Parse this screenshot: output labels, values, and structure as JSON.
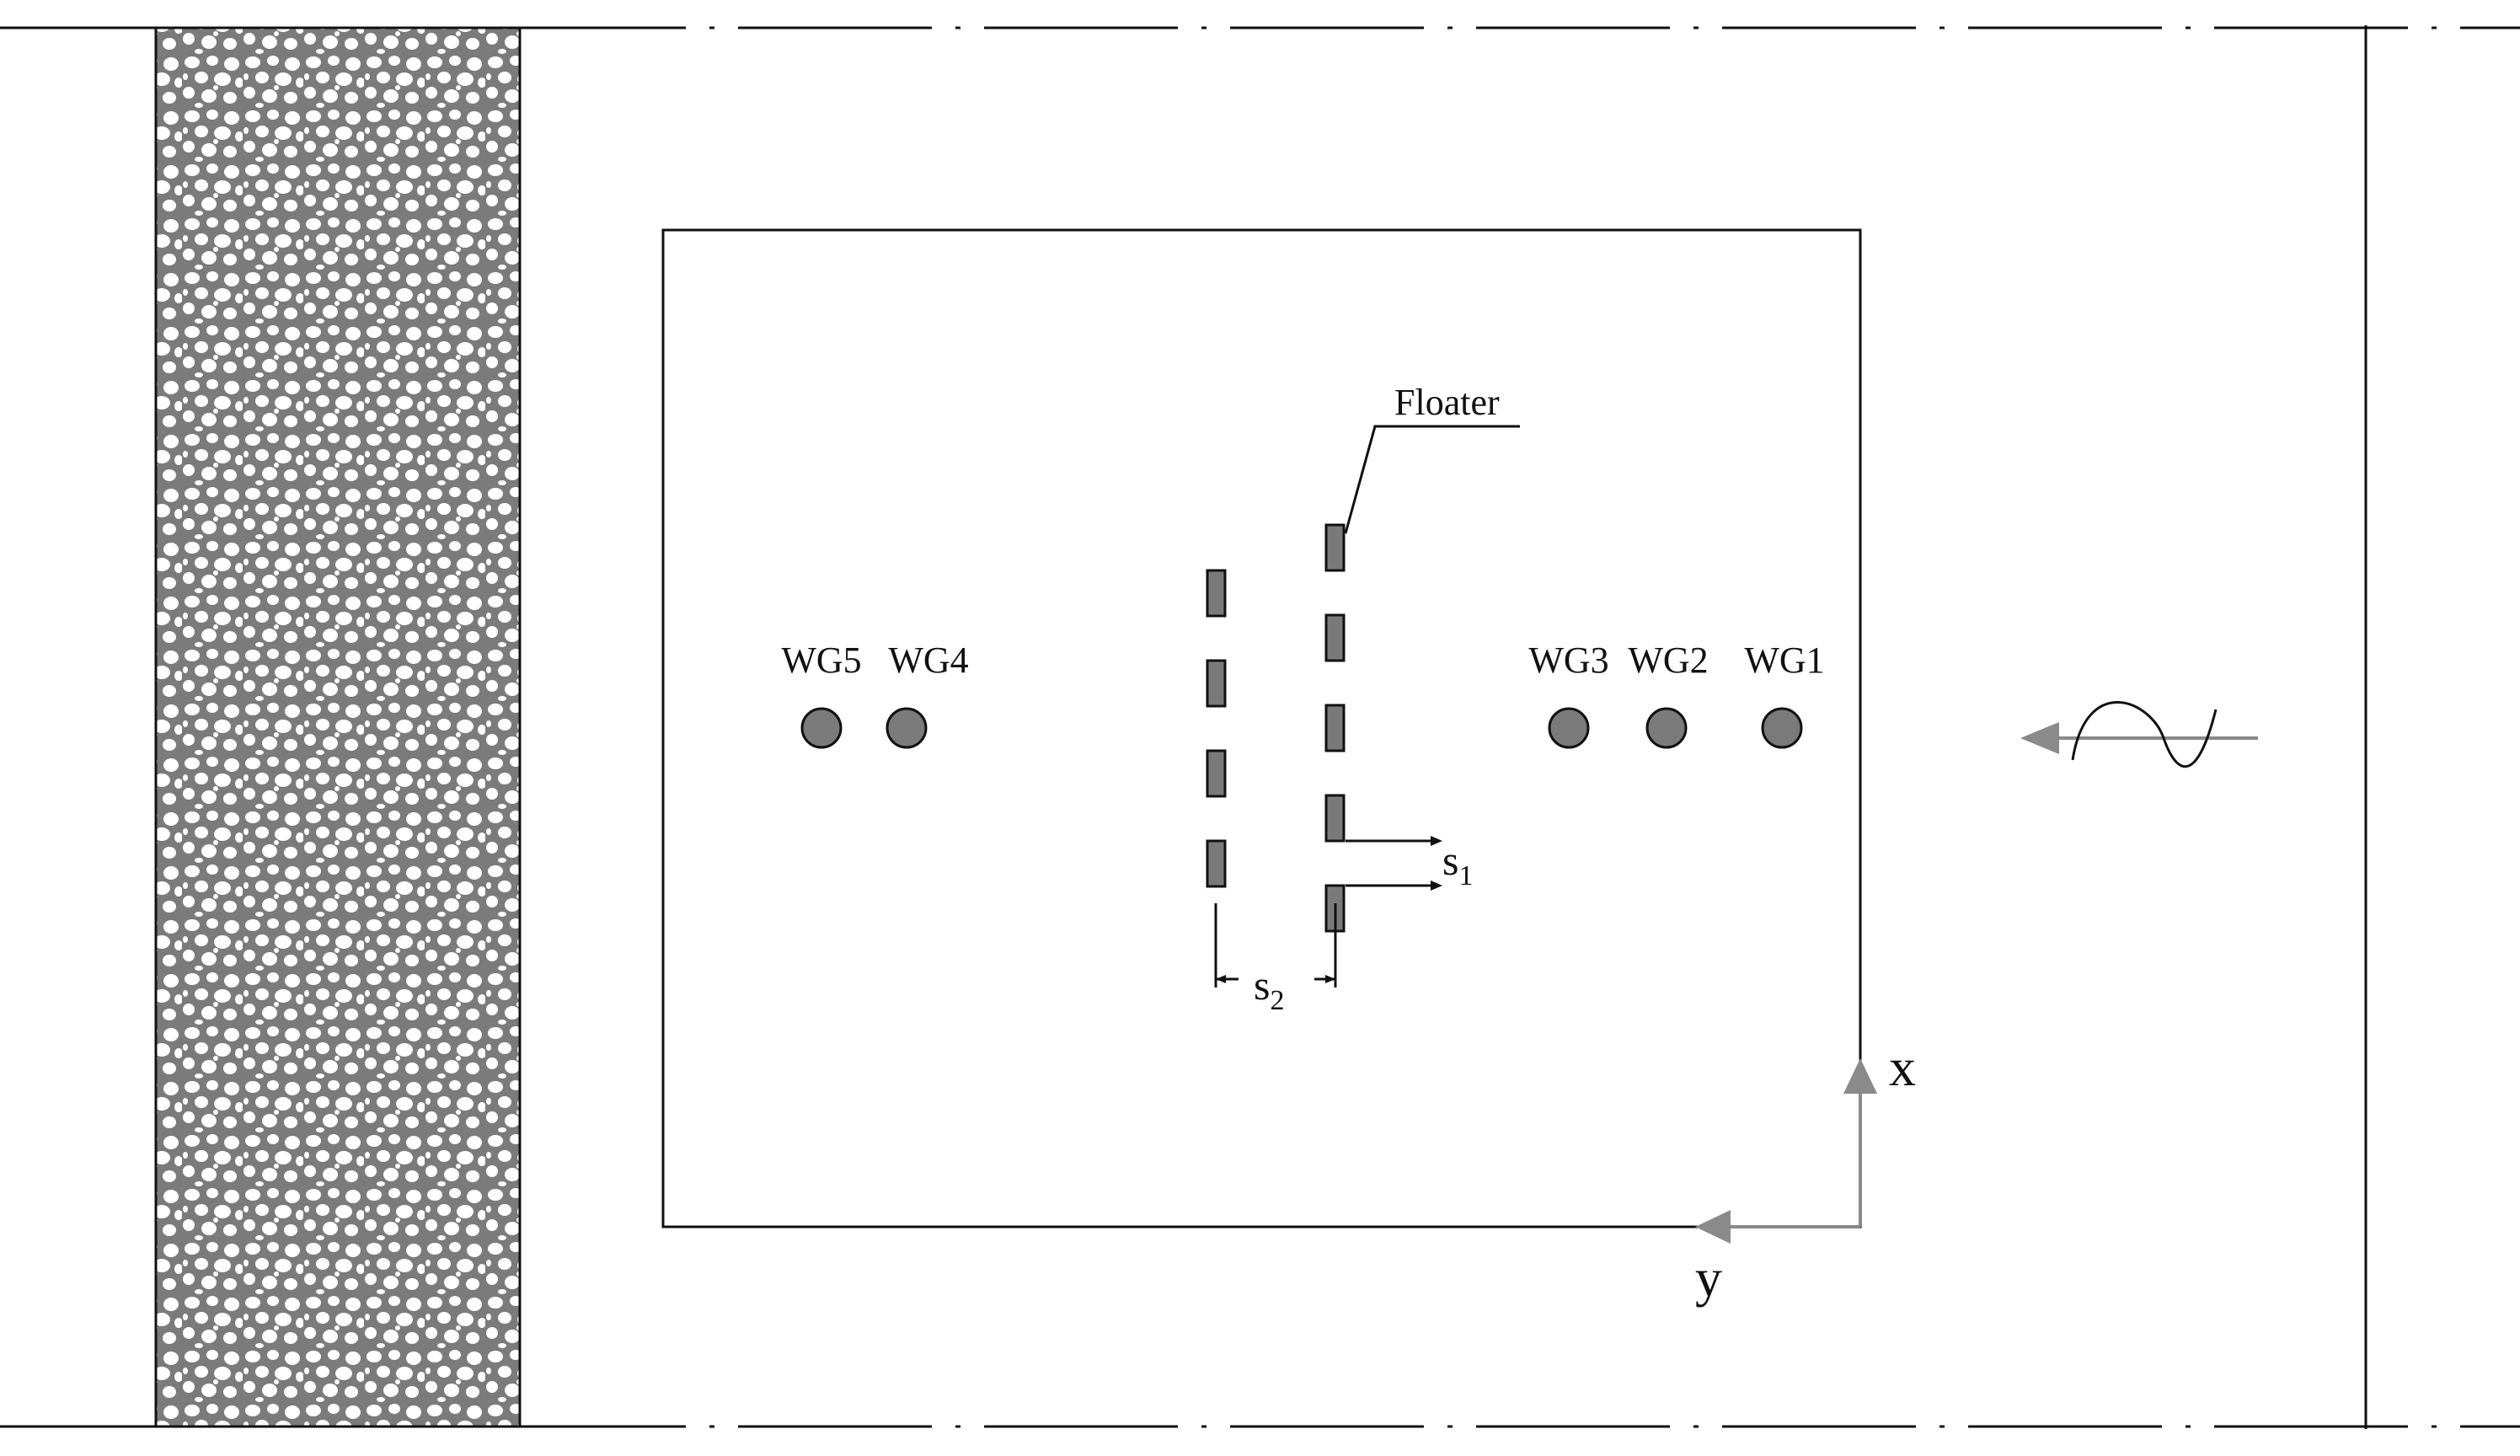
{
  "floater_label": "Floater",
  "wave_gauges": [
    {
      "id": "wg5",
      "label": "WG5"
    },
    {
      "id": "wg4",
      "label": "WG4"
    },
    {
      "id": "wg3",
      "label": "WG3"
    },
    {
      "id": "wg2",
      "label": "WG2"
    },
    {
      "id": "wg1",
      "label": "WG1"
    }
  ],
  "spacing_labels": {
    "s1": {
      "main": "s",
      "sub": "1"
    },
    "s2": {
      "main": "s",
      "sub": "2"
    }
  },
  "axes": {
    "x_label": "x",
    "y_label": "y"
  },
  "colors": {
    "line": "#111111",
    "gauge_fill": "#7a7a7a",
    "floater_fill": "#7a7a7a",
    "absorber_fill": "#7b7b7b",
    "arrow_gray": "#8a8a8a"
  },
  "icons": {
    "wave_direction": "wave-arrow-icon",
    "absorber": "porous-absorber-pattern"
  }
}
